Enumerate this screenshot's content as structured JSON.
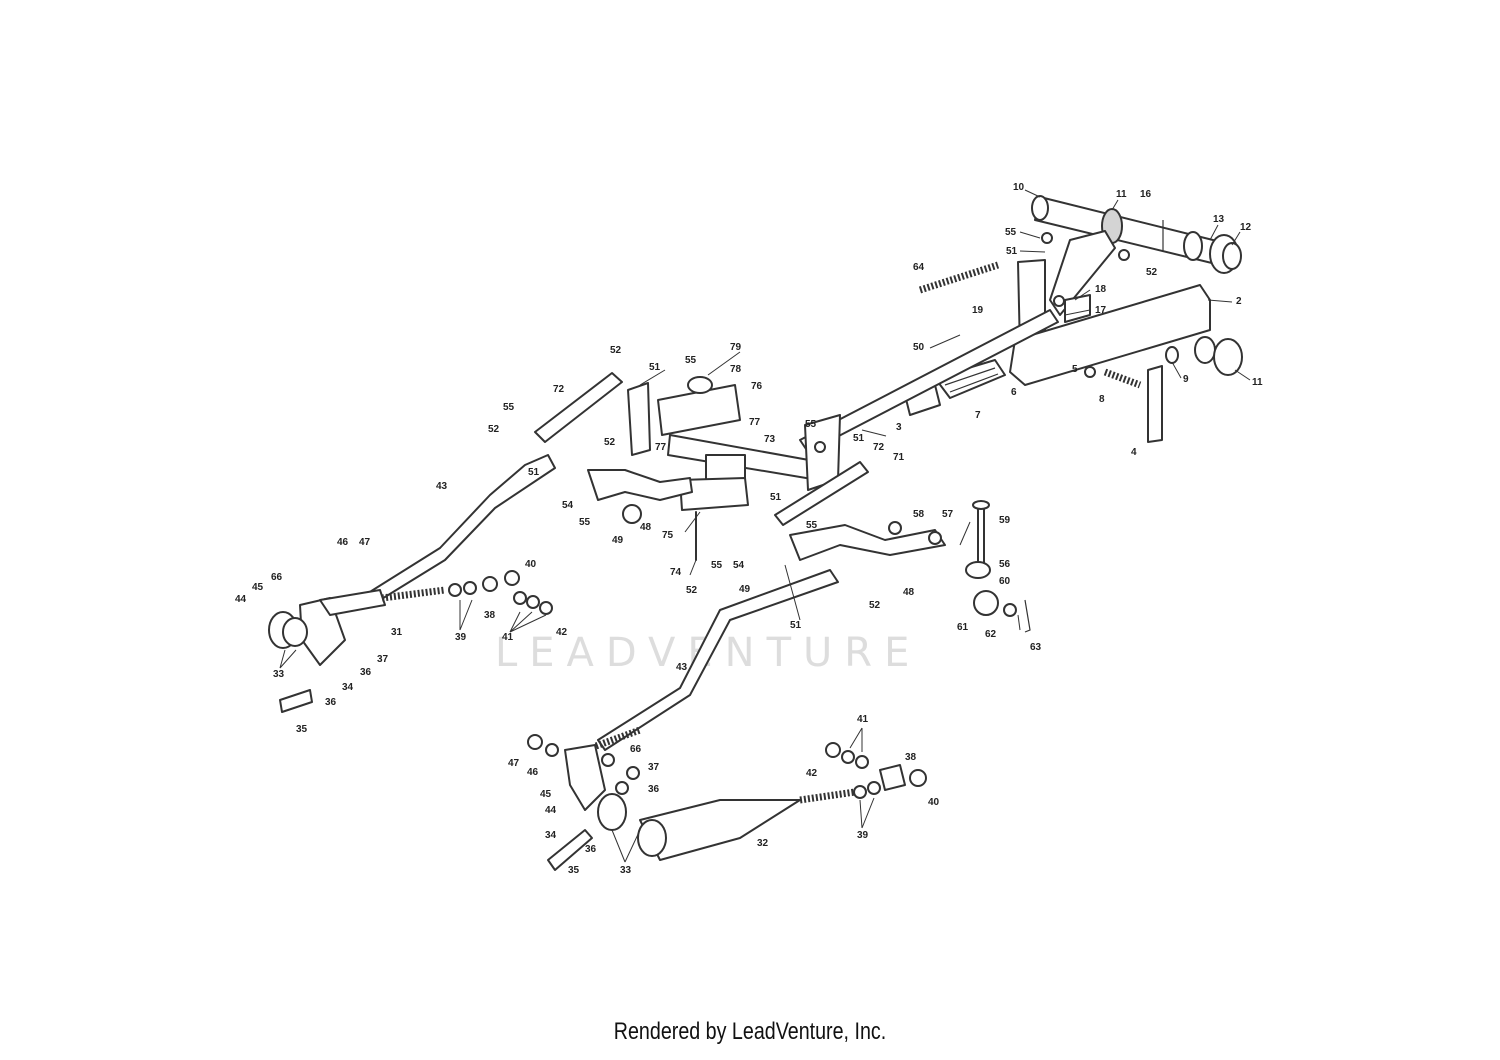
{
  "watermark": "LEADVENTURE",
  "footer": "Rendered by LeadVenture, Inc.",
  "parts": [
    {
      "id": "p10",
      "label": "10"
    },
    {
      "id": "p11a",
      "label": "11"
    },
    {
      "id": "p16",
      "label": "16"
    },
    {
      "id": "p13",
      "label": "13"
    },
    {
      "id": "p12",
      "label": "12"
    },
    {
      "id": "p55a",
      "label": "55"
    },
    {
      "id": "p51a",
      "label": "51"
    },
    {
      "id": "p52a",
      "label": "52"
    },
    {
      "id": "p64",
      "label": "64"
    },
    {
      "id": "p18",
      "label": "18"
    },
    {
      "id": "p19",
      "label": "19"
    },
    {
      "id": "p17",
      "label": "17"
    },
    {
      "id": "p2",
      "label": "2"
    },
    {
      "id": "p50",
      "label": "50"
    },
    {
      "id": "p9",
      "label": "9"
    },
    {
      "id": "p11b",
      "label": "11"
    },
    {
      "id": "p5",
      "label": "5"
    },
    {
      "id": "p6",
      "label": "6"
    },
    {
      "id": "p8",
      "label": "8"
    },
    {
      "id": "p7",
      "label": "7"
    },
    {
      "id": "p3",
      "label": "3"
    },
    {
      "id": "p4",
      "label": "4"
    },
    {
      "id": "p79",
      "label": "79"
    },
    {
      "id": "p78",
      "label": "78"
    },
    {
      "id": "p76",
      "label": "76"
    },
    {
      "id": "p55b",
      "label": "55"
    },
    {
      "id": "p52b",
      "label": "52"
    },
    {
      "id": "p51b",
      "label": "51"
    },
    {
      "id": "p72a",
      "label": "72"
    },
    {
      "id": "p77a",
      "label": "77"
    },
    {
      "id": "p73",
      "label": "73"
    },
    {
      "id": "p55c",
      "label": "55"
    },
    {
      "id": "p51c",
      "label": "51"
    },
    {
      "id": "p72b",
      "label": "72"
    },
    {
      "id": "p71",
      "label": "71"
    },
    {
      "id": "p55d",
      "label": "55"
    },
    {
      "id": "p52c",
      "label": "52"
    },
    {
      "id": "p52d",
      "label": "52"
    },
    {
      "id": "p77b",
      "label": "77"
    },
    {
      "id": "p51d",
      "label": "51"
    },
    {
      "id": "p54a",
      "label": "54"
    },
    {
      "id": "p55e",
      "label": "55"
    },
    {
      "id": "p48a",
      "label": "48"
    },
    {
      "id": "p49a",
      "label": "49"
    },
    {
      "id": "p75",
      "label": "75"
    },
    {
      "id": "p74",
      "label": "74"
    },
    {
      "id": "p43a",
      "label": "43"
    },
    {
      "id": "p51e",
      "label": "51"
    },
    {
      "id": "p55f",
      "label": "55"
    },
    {
      "id": "p52e",
      "label": "52"
    },
    {
      "id": "p54b",
      "label": "54"
    },
    {
      "id": "p49b",
      "label": "49"
    },
    {
      "id": "p51f",
      "label": "51"
    },
    {
      "id": "p55g",
      "label": "55"
    },
    {
      "id": "p48b",
      "label": "48"
    },
    {
      "id": "p52f",
      "label": "52"
    },
    {
      "id": "p58",
      "label": "58"
    },
    {
      "id": "p57",
      "label": "57"
    },
    {
      "id": "p59",
      "label": "59"
    },
    {
      "id": "p56",
      "label": "56"
    },
    {
      "id": "p60",
      "label": "60"
    },
    {
      "id": "p61",
      "label": "61"
    },
    {
      "id": "p62",
      "label": "62"
    },
    {
      "id": "p63",
      "label": "63"
    },
    {
      "id": "p46a",
      "label": "46"
    },
    {
      "id": "p47a",
      "label": "47"
    },
    {
      "id": "p40a",
      "label": "40"
    },
    {
      "id": "p66a",
      "label": "66"
    },
    {
      "id": "p45a",
      "label": "45"
    },
    {
      "id": "p44a",
      "label": "44"
    },
    {
      "id": "p38a",
      "label": "38"
    },
    {
      "id": "p39a",
      "label": "39"
    },
    {
      "id": "p41a",
      "label": "41"
    },
    {
      "id": "p42a",
      "label": "42"
    },
    {
      "id": "p31",
      "label": "31"
    },
    {
      "id": "p37a",
      "label": "37"
    },
    {
      "id": "p36a",
      "label": "36"
    },
    {
      "id": "p33a",
      "label": "33"
    },
    {
      "id": "p34a",
      "label": "34"
    },
    {
      "id": "p36b",
      "label": "36"
    },
    {
      "id": "p35a",
      "label": "35"
    },
    {
      "id": "p43b",
      "label": "43"
    },
    {
      "id": "p47b",
      "label": "47"
    },
    {
      "id": "p46b",
      "label": "46"
    },
    {
      "id": "p66b",
      "label": "66"
    },
    {
      "id": "p37b",
      "label": "37"
    },
    {
      "id": "p45b",
      "label": "45"
    },
    {
      "id": "p36c",
      "label": "36"
    },
    {
      "id": "p44b",
      "label": "44"
    },
    {
      "id": "p41b",
      "label": "41"
    },
    {
      "id": "p42b",
      "label": "42"
    },
    {
      "id": "p38b",
      "label": "38"
    },
    {
      "id": "p40b",
      "label": "40"
    },
    {
      "id": "p39b",
      "label": "39"
    },
    {
      "id": "p34b",
      "label": "34"
    },
    {
      "id": "p36d",
      "label": "36"
    },
    {
      "id": "p32",
      "label": "32"
    },
    {
      "id": "p33b",
      "label": "33"
    },
    {
      "id": "p35b",
      "label": "35"
    }
  ]
}
